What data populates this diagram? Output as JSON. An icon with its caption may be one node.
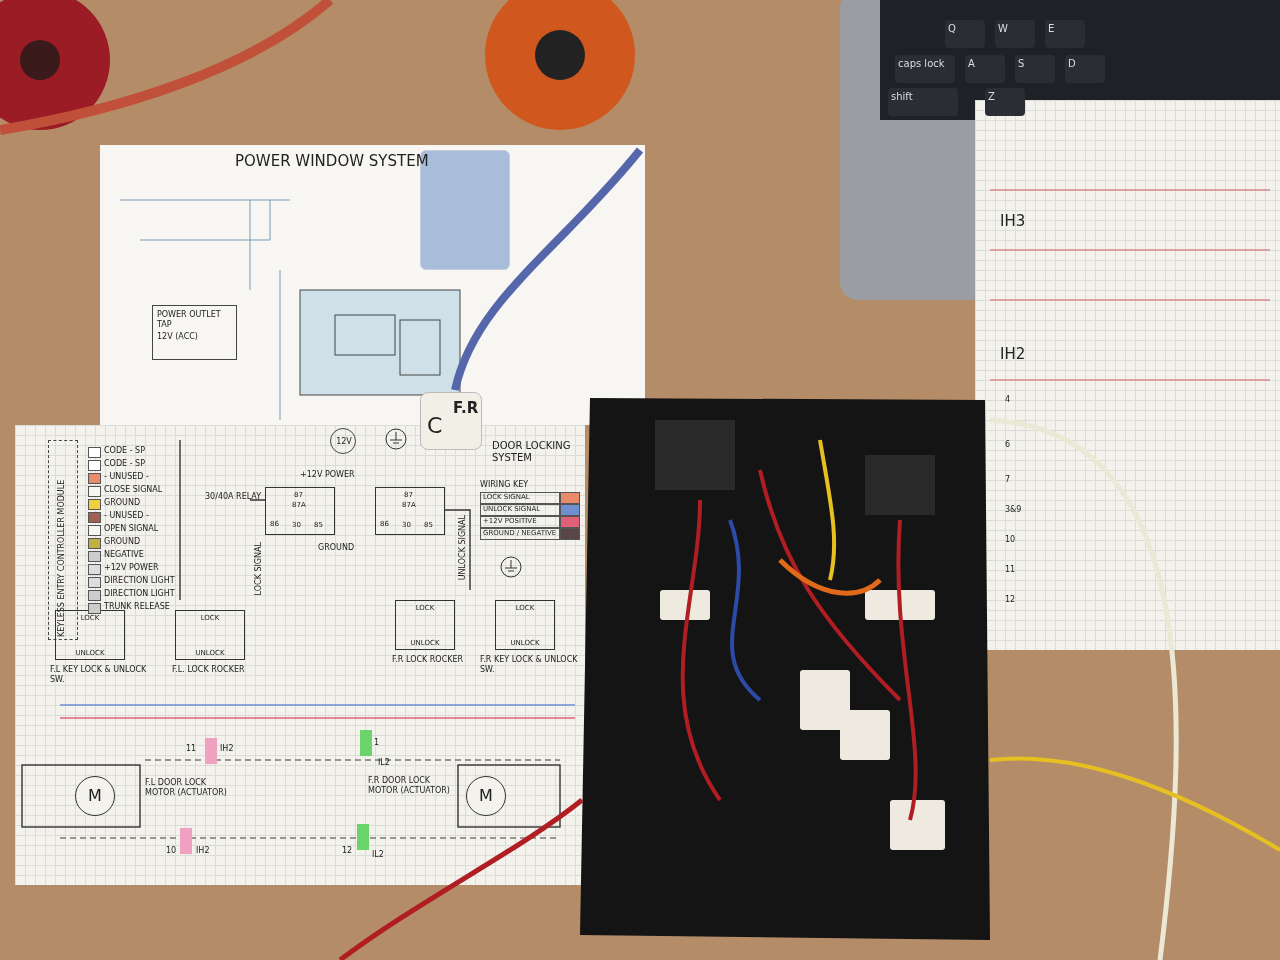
{
  "diagram": {
    "nodes": [
      {
        "text": [
          "POWER OUTLET TAP",
          "12V (ACC)"
        ]
      },
      {
        "text": [
          "12V"
        ]
      },
      {
        "text": [
          "C",
          "F.R"
        ]
      },
      {
        "text": [
          "KEYLESS ENTRY CONTROLLER MODULE"
        ]
      },
      {
        "text": [
          "87",
          "87A",
          "86",
          "30",
          "85"
        ],
        "beside": [
          "30/40A RELAY"
        ]
      },
      {
        "text": [
          "87",
          "87A",
          "86",
          "30",
          "85"
        ]
      },
      {
        "text": [
          "LOCK",
          "UNLOCK"
        ],
        "beside": [
          "F.L KEY LOCK & UNLOCK SW."
        ]
      },
      {
        "text": [
          "LOCK",
          "UNLOCK"
        ],
        "beside": [
          "F.L. LOCK ROCKER"
        ]
      },
      {
        "text": [
          "LOCK",
          "UNLOCK"
        ],
        "beside": [
          "F.R LOCK ROCKER"
        ]
      },
      {
        "text": [
          "LOCK",
          "UNLOCK"
        ],
        "beside": [
          "F.R KEY LOCK & UNLOCK SW."
        ]
      },
      {
        "text": [
          "M"
        ],
        "beside": [
          "F.L DOOR LOCK MOTOR (ACTUATOR)"
        ]
      },
      {
        "text": [
          "M"
        ],
        "beside": [
          "F.R DOOR LOCK MOTOR (ACTUATOR)"
        ]
      }
    ],
    "labels": [
      "POWER WINDOW SYSTEM",
      "CODE - SP",
      "CODE - SP",
      "- UNUSED -",
      "CLOSE SIGNAL",
      "GROUND",
      "- UNUSED -",
      "OPEN SIGNAL",
      "GROUND",
      "NEGATIVE",
      "+12V POWER",
      "DIRECTION LIGHT",
      "DIRECTION LIGHT",
      "TRUNK RELEASE",
      "+12V POWER",
      "GROUND",
      "LOCK SIGNAL",
      "UNLOCK SIGNAL",
      "DOOR LOCKING SYSTEM",
      "WIRING KEY",
      "11",
      "IH2",
      "1",
      "IL2",
      "10",
      "IH2",
      "12",
      "IL2",
      "IH3",
      "IH2",
      "4",
      "6",
      "7",
      "3&9",
      "10",
      "11",
      "12",
      "Q",
      "W",
      "E",
      "caps lock",
      "A",
      "S",
      "D",
      "shift",
      "Z"
    ],
    "legend": [
      {
        "text": "LOCK SIGNAL",
        "color": "#e98a6d"
      },
      {
        "text": "UNLOCK SIGNAL",
        "color": "#6f8fd0"
      },
      {
        "text": "+12V POSITIVE",
        "color": "#e0607a"
      },
      {
        "text": "GROUND / NEGATIVE",
        "color": "#5a4646"
      }
    ]
  }
}
